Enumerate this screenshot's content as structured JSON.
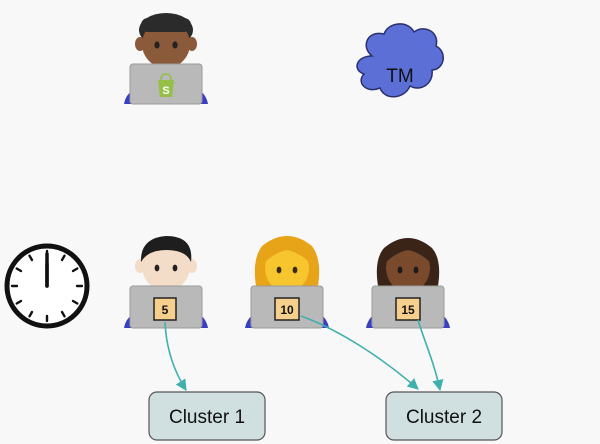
{
  "cloud": {
    "label": "TM"
  },
  "workers": [
    {
      "badge": "5"
    },
    {
      "badge": "10"
    },
    {
      "badge": "15"
    }
  ],
  "clusters": [
    {
      "label": "Cluster 1"
    },
    {
      "label": "Cluster 2"
    }
  ],
  "colors": {
    "cloud_fill": "#5b6fd6",
    "cloud_stroke": "#2a2f6e",
    "arrow": "#3fb0ab",
    "cluster_fill": "#d0e0e0",
    "cluster_stroke": "#555555",
    "badge_fill": "#f7cf8c",
    "laptop": "#b9b9b9",
    "shirt": "#3a3fc0",
    "shopify": "#95bf47"
  }
}
